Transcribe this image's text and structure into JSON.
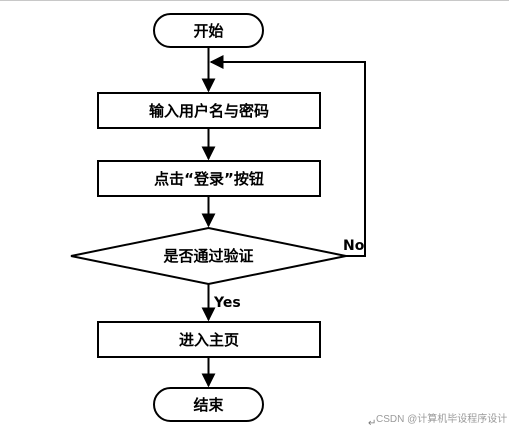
{
  "flowchart": {
    "start": "开始",
    "input_credentials": "输入用户名与密码",
    "click_login": "点击“登录”按钮",
    "decision": "是否通过验证",
    "enter_home": "进入主页",
    "end": "结束",
    "edge_no": "No",
    "edge_yes": "Yes"
  },
  "watermark": "CSDN @计算机毕设程序设计",
  "paragraph_mark": "↵"
}
